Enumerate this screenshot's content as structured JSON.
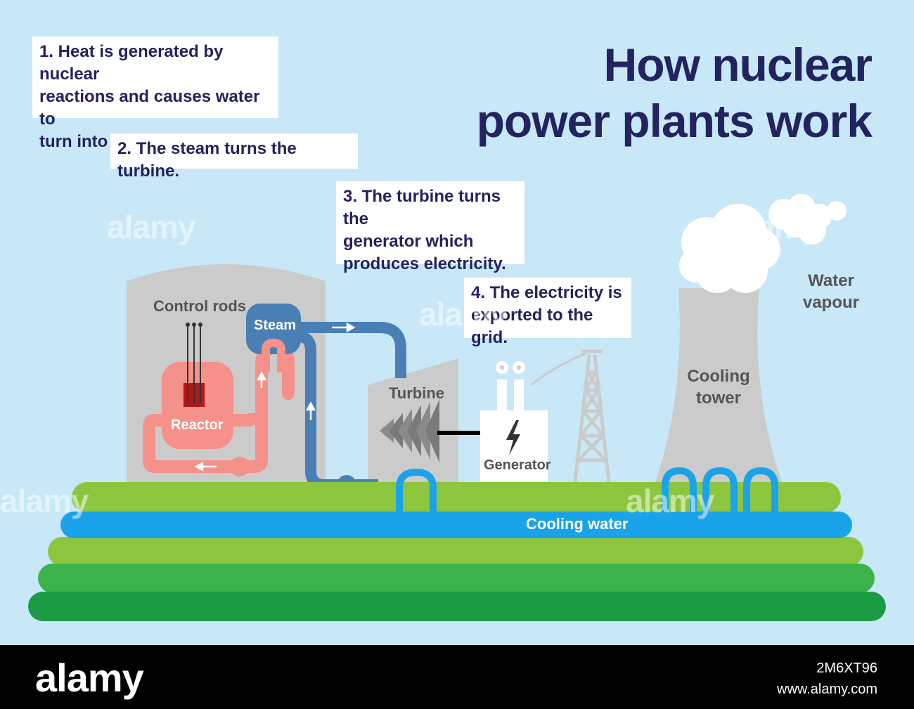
{
  "title": {
    "line1": "How nuclear",
    "line2": "power plants work"
  },
  "steps": [
    {
      "line1": "1. Heat is generated by nuclear",
      "line2": "reactions and causes water to",
      "line3": "turn into steam."
    },
    {
      "line1": "2. The steam turns the turbine."
    },
    {
      "line1": "3. The turbine turns the",
      "line2": "generator which",
      "line3": "produces electricity."
    },
    {
      "line1": "4. The electricity is",
      "line2": "exported to the grid."
    }
  ],
  "labels": {
    "control_rods": "Control rods",
    "steam": "Steam",
    "reactor": "Reactor",
    "turbine": "Turbine",
    "generator": "Generator",
    "cooling_tower_1": "Cooling",
    "cooling_tower_2": "tower",
    "water_vapour_1": "Water",
    "water_vapour_2": "vapour",
    "cooling_water": "Cooling water"
  },
  "icons": {
    "generator_symbol": "lightning-bolt-icon",
    "flow": "arrow-icon"
  },
  "colors": {
    "sky": "#c8e8f8",
    "title": "#23235f",
    "reactor": "#f5908a",
    "steam_pipe": "#4a7fb5",
    "cooling_water": "#1aa3e8",
    "grass_light": "#8cc63f",
    "grass_dark": "#1c9b45",
    "building": "#cbcbcb"
  },
  "watermark": {
    "brand": "alamy",
    "image_id": "2M6XT96",
    "url": "www.alamy.com"
  }
}
